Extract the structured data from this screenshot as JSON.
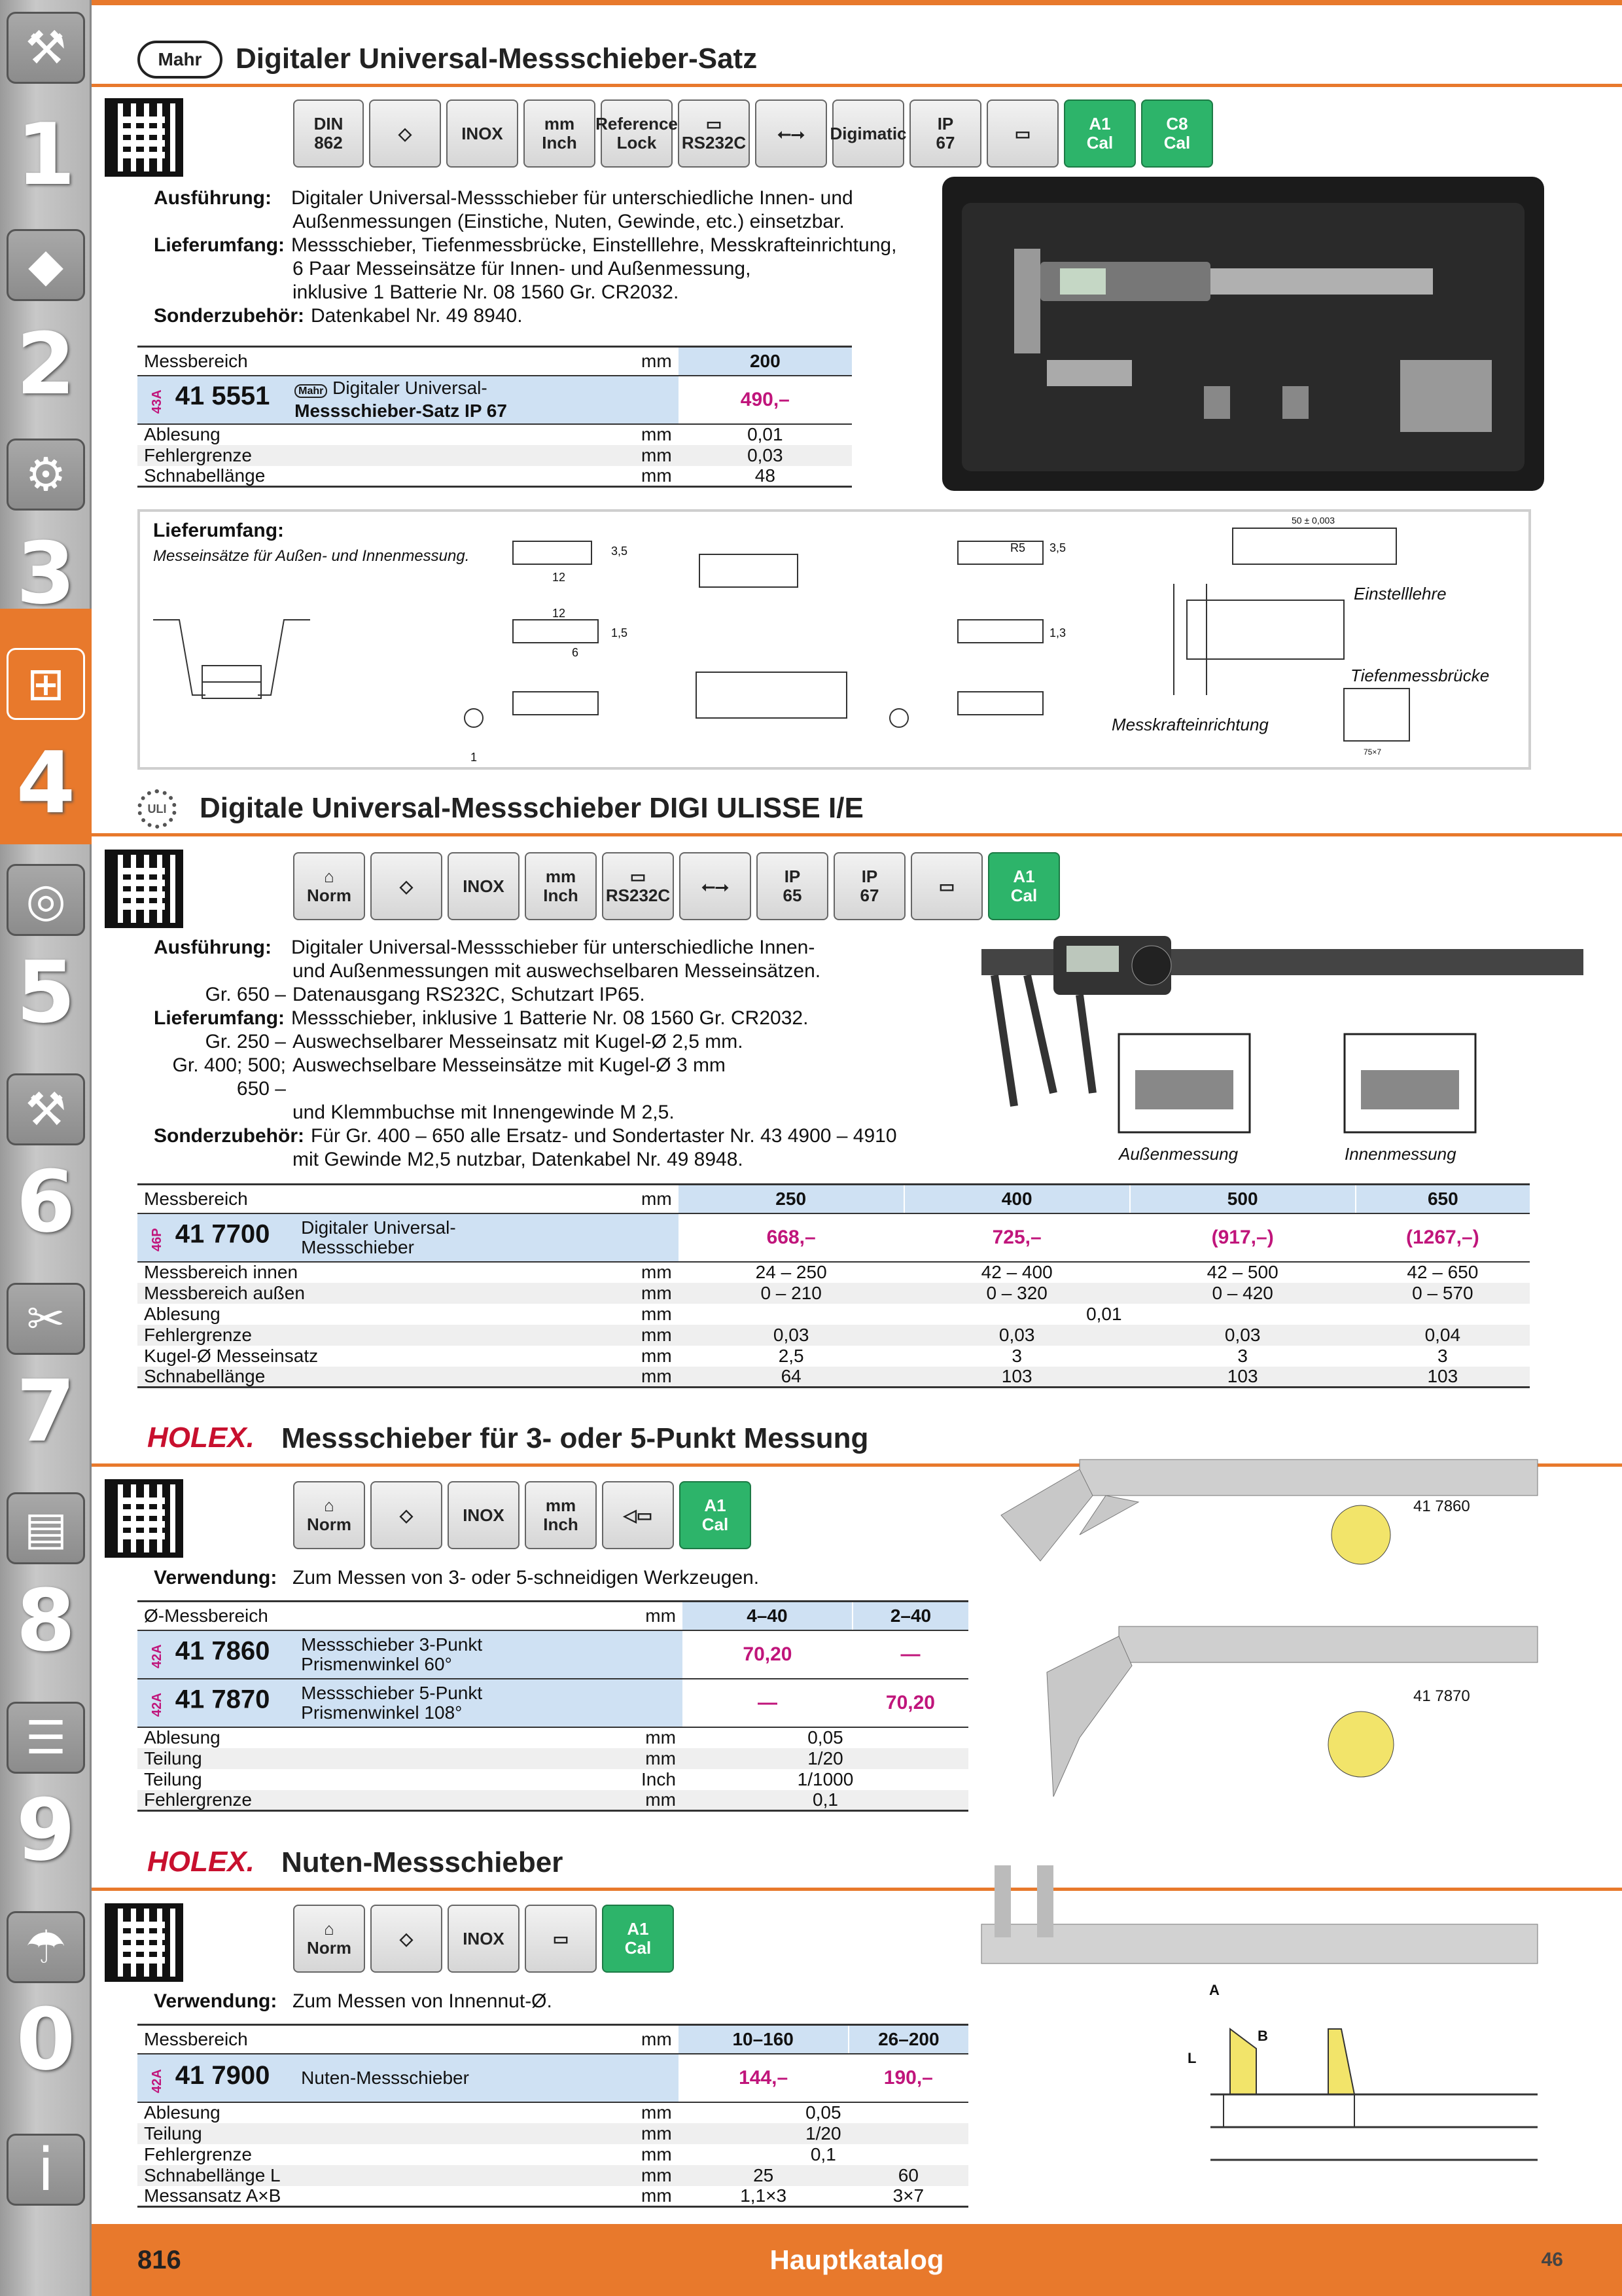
{
  "sidebar": {
    "numbers": [
      "1",
      "2",
      "3",
      "4",
      "5",
      "6",
      "7",
      "8",
      "9",
      "0"
    ],
    "info": "i",
    "active": "4"
  },
  "section1": {
    "brand": "Mahr",
    "title": "Digitaler Universal-Messschieber-Satz",
    "icons": [
      {
        "l1": "DIN",
        "l2": "862"
      },
      {
        "l1": "◇"
      },
      {
        "l1": "INOX"
      },
      {
        "l1": "mm",
        "l2": "Inch"
      },
      {
        "l1": "Reference",
        "l2": "Lock"
      },
      {
        "l1": "▭",
        "l2": "RS232C"
      },
      {
        "l1": "⭠⭢"
      },
      {
        "l1": "Digimatic"
      },
      {
        "l1": "IP",
        "l2": "67"
      },
      {
        "l1": "▭"
      },
      {
        "l1": "A1",
        "l2": "Cal"
      },
      {
        "l1": "C8",
        "l2": "Cal"
      }
    ],
    "ausfuehrung_label": "Ausführung:",
    "ausfuehrung_1": "Digitaler Universal-Messschieber für unterschiedliche Innen- und",
    "ausfuehrung_2": "Außenmessungen (Einstiche, Nuten, Gewinde, etc.) einsetzbar.",
    "liefer_label": "Lieferumfang:",
    "liefer_1": "Messschieber, Tiefenmessbrücke, Einstelllehre, Messkrafteinrichtung,",
    "liefer_2": "6 Paar Messeinsätze für Innen- und Außenmessung,",
    "liefer_3": "inklusive 1 Batterie Nr. 08 1560 Gr. CR2032.",
    "sonder_label": "Sonderzubehör:",
    "sonder_1": "Datenkabel Nr. 49 8940.",
    "table": {
      "h_label": "Messbereich",
      "h_unit": "mm",
      "h_val": "200",
      "prefix": "43A",
      "artno": "41 5551",
      "brand": "Mahr",
      "name_1": "Digitaler Universal-",
      "name_2": "Messschieber-Satz IP 67",
      "price": "490,–",
      "rows": [
        {
          "label": "Ablesung",
          "unit": "mm",
          "v": "0,01"
        },
        {
          "label": "Fehlergrenze",
          "unit": "mm",
          "v": "0,03"
        },
        {
          "label": "Schnabellänge",
          "unit": "mm",
          "v": "48"
        }
      ]
    },
    "box": {
      "title": "Lieferumfang:",
      "subtitle": "Messeinsätze für Außen- und Innenmessung.",
      "einstell": "Einstelllehre",
      "tiefen": "Tiefenmessbrücke",
      "messkraft": "Messkrafteinrichtung",
      "dims": {
        "d35": "3,5",
        "d12": "12",
        "d15": "1,5",
        "d6": "6",
        "d1": "1",
        "r5": "R5",
        "d13": "1,3",
        "d50": "50 ± 0,003",
        "d75": "75×7"
      }
    }
  },
  "section2": {
    "title": "Digitale Universal-Messschieber DIGI ULISSE I/E",
    "icons": [
      {
        "l1": "⌂",
        "l2": "Norm"
      },
      {
        "l1": "◇"
      },
      {
        "l1": "INOX"
      },
      {
        "l1": "mm",
        "l2": "Inch"
      },
      {
        "l1": "▭",
        "l2": "RS232C"
      },
      {
        "l1": "⭠⭢"
      },
      {
        "l1": "IP",
        "l2": "65"
      },
      {
        "l1": "IP",
        "l2": "67"
      },
      {
        "l1": "▭"
      },
      {
        "l1": "A1",
        "l2": "Cal"
      }
    ],
    "ausfuehrung_label": "Ausführung:",
    "ausfuehrung_1": "Digitaler Universal-Messschieber für unterschiedliche Innen-",
    "ausfuehrung_2": "und Außenmessungen mit auswechselbaren Messeinsätzen.",
    "gr650_label": "Gr. 650 –",
    "gr650": "Datenausgang RS232C, Schutzart IP65.",
    "liefer_label": "Lieferumfang:",
    "liefer_1": "Messschieber, inklusive 1 Batterie Nr. 08 1560 Gr. CR2032.",
    "gr250_label": "Gr. 250 –",
    "gr250": "Auswechselbarer Messeinsatz mit Kugel-Ø 2,5 mm.",
    "gr400_label": "Gr. 400; 500; 650 –",
    "gr400_1": "Auswechselbare Messeinsätze mit Kugel-Ø 3 mm",
    "gr400_2": "und Klemmbuchse mit Innengewinde M 2,5.",
    "sonder_label": "Sonderzubehör:",
    "sonder_1": "Für Gr. 400 – 650 alle Ersatz- und Sondertaster Nr. 43 4900 – 4910",
    "sonder_2": "mit Gewinde M2,5 nutzbar, Datenkabel Nr. 49 8948.",
    "aussen": "Außenmessung",
    "innen": "Innenmessung",
    "table": {
      "h_label": "Messbereich",
      "h_unit": "mm",
      "h_vals": [
        "250",
        "400",
        "500",
        "650"
      ],
      "prefix": "46P",
      "artno": "41 7700",
      "name_1": "Digitaler Universal-",
      "name_2": "Messschieber",
      "prices": [
        "668,–",
        "725,–",
        "(917,–)",
        "(1267,–)"
      ],
      "rows": [
        {
          "label": "Messbereich innen",
          "unit": "mm",
          "v": [
            "24 – 250",
            "42 – 400",
            "42 – 500",
            "42 – 650"
          ]
        },
        {
          "label": "Messbereich außen",
          "unit": "mm",
          "v": [
            "0 – 210",
            "0 – 320",
            "0 – 420",
            "0 – 570"
          ]
        },
        {
          "label": "Ablesung",
          "unit": "mm",
          "all": "0,01"
        },
        {
          "label": "Fehlergrenze",
          "unit": "mm",
          "v": [
            "0,03",
            "0,03",
            "0,03",
            "0,04"
          ]
        },
        {
          "label": "Kugel-Ø Messeinsatz",
          "unit": "mm",
          "v": [
            "2,5",
            "3",
            "3",
            "3"
          ]
        },
        {
          "label": "Schnabellänge",
          "unit": "mm",
          "v": [
            "64",
            "103",
            "103",
            "103"
          ]
        }
      ]
    }
  },
  "section3": {
    "brand": "HOLEX.",
    "title": "Messschieber für 3- oder 5-Punkt Messung",
    "icons": [
      {
        "l1": "⌂",
        "l2": "Norm"
      },
      {
        "l1": "◇"
      },
      {
        "l1": "INOX"
      },
      {
        "l1": "mm",
        "l2": "Inch"
      },
      {
        "l1": "◁▭"
      },
      {
        "l1": "A1",
        "l2": "Cal"
      }
    ],
    "verwendung_label": "Verwendung:",
    "verwendung": "Zum Messen von 3- oder 5-schneidigen Werkzeugen.",
    "img_tag_1": "41 7860",
    "img_tag_2": "41 7870",
    "table": {
      "h_label": "Ø-Messbereich",
      "h_unit": "mm",
      "h_vals": [
        "4–40",
        "2–40"
      ],
      "arts": [
        {
          "prefix": "42A",
          "artno": "41 7860",
          "name_1": "Messschieber 3-Punkt",
          "name_2": "Prismenwinkel 60°",
          "p1": "70,20",
          "p2": "—"
        },
        {
          "prefix": "42A",
          "artno": "41 7870",
          "name_1": "Messschieber 5-Punkt",
          "name_2": "Prismenwinkel 108°",
          "p1": "—",
          "p2": "70,20"
        }
      ],
      "rows": [
        {
          "label": "Ablesung",
          "unit": "mm",
          "all": "0,05"
        },
        {
          "label": "Teilung",
          "unit": "mm",
          "all": "1/20"
        },
        {
          "label": "Teilung",
          "unit": "Inch",
          "all": "1/1000"
        },
        {
          "label": "Fehlergrenze",
          "unit": "mm",
          "all": "0,1"
        }
      ]
    }
  },
  "section4": {
    "brand": "HOLEX.",
    "title": "Nuten-Messschieber",
    "icons": [
      {
        "l1": "⌂",
        "l2": "Norm"
      },
      {
        "l1": "◇"
      },
      {
        "l1": "INOX"
      },
      {
        "l1": "▭"
      },
      {
        "l1": "A1",
        "l2": "Cal"
      }
    ],
    "verwendung_label": "Verwendung:",
    "verwendung": "Zum Messen von Innennut-Ø.",
    "dim_a": "A",
    "dim_b": "B",
    "dim_l": "L",
    "table": {
      "h_label": "Messbereich",
      "h_unit": "mm",
      "h_vals": [
        "10–160",
        "26–200"
      ],
      "prefix": "42A",
      "artno": "41 7900",
      "name": "Nuten-Messschieber",
      "prices": [
        "144,–",
        "190,–"
      ],
      "rows": [
        {
          "label": "Ablesung",
          "unit": "mm",
          "all": "0,05"
        },
        {
          "label": "Teilung",
          "unit": "mm",
          "all": "1/20"
        },
        {
          "label": "Fehlergrenze",
          "unit": "mm",
          "all": "0,1"
        },
        {
          "label": "Schnabellänge L",
          "unit": "mm",
          "v": [
            "25",
            "60"
          ]
        },
        {
          "label": "Messansatz A×B",
          "unit": "mm",
          "v": [
            "1,1×3",
            "3×7"
          ]
        }
      ]
    }
  },
  "footer": {
    "page": "816",
    "title": "Hauptkatalog",
    "num": "46"
  },
  "colors": {
    "accent": "#e8792c",
    "price": "#c0157b",
    "table_head": "#cfe1f3",
    "cal_green": "#2db46a",
    "holex_red": "#c8102e"
  }
}
